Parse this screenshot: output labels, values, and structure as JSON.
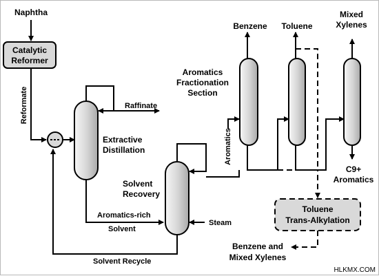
{
  "diagram": {
    "feed": "Naphtha",
    "reformer": [
      "Catalytic",
      "Reformer"
    ],
    "reformate": "Reformate",
    "extractive": [
      "Extractive",
      "Distillation"
    ],
    "raffinate": "Raffinate",
    "solvent_recovery": [
      "Solvent",
      "Recovery"
    ],
    "aromatics_rich": "Aromatics-rich",
    "solvent": "Solvent",
    "steam": "Steam",
    "solvent_recycle": "Solvent Recycle",
    "aromatics": "Aromatics",
    "fractionation": [
      "Aromatics",
      "Fractionation",
      "Section"
    ],
    "benzene": "Benzene",
    "toluene": "Toluene",
    "mixed_xylenes": [
      "Mixed",
      "Xylenes"
    ],
    "c9": [
      "C9+",
      "Aromatics"
    ],
    "transalkylation": [
      "Toluene",
      "Trans-Alkylation"
    ],
    "benzene_xylenes": [
      "Benzene and",
      "Mixed Xylenes"
    ],
    "watermark": "HLKMX.COM"
  },
  "colors": {
    "line": "#000000",
    "box_fill": "#d9d9d9",
    "column_fill_light": "#f2f2f2",
    "column_fill_dark": "#b0b0b0"
  }
}
